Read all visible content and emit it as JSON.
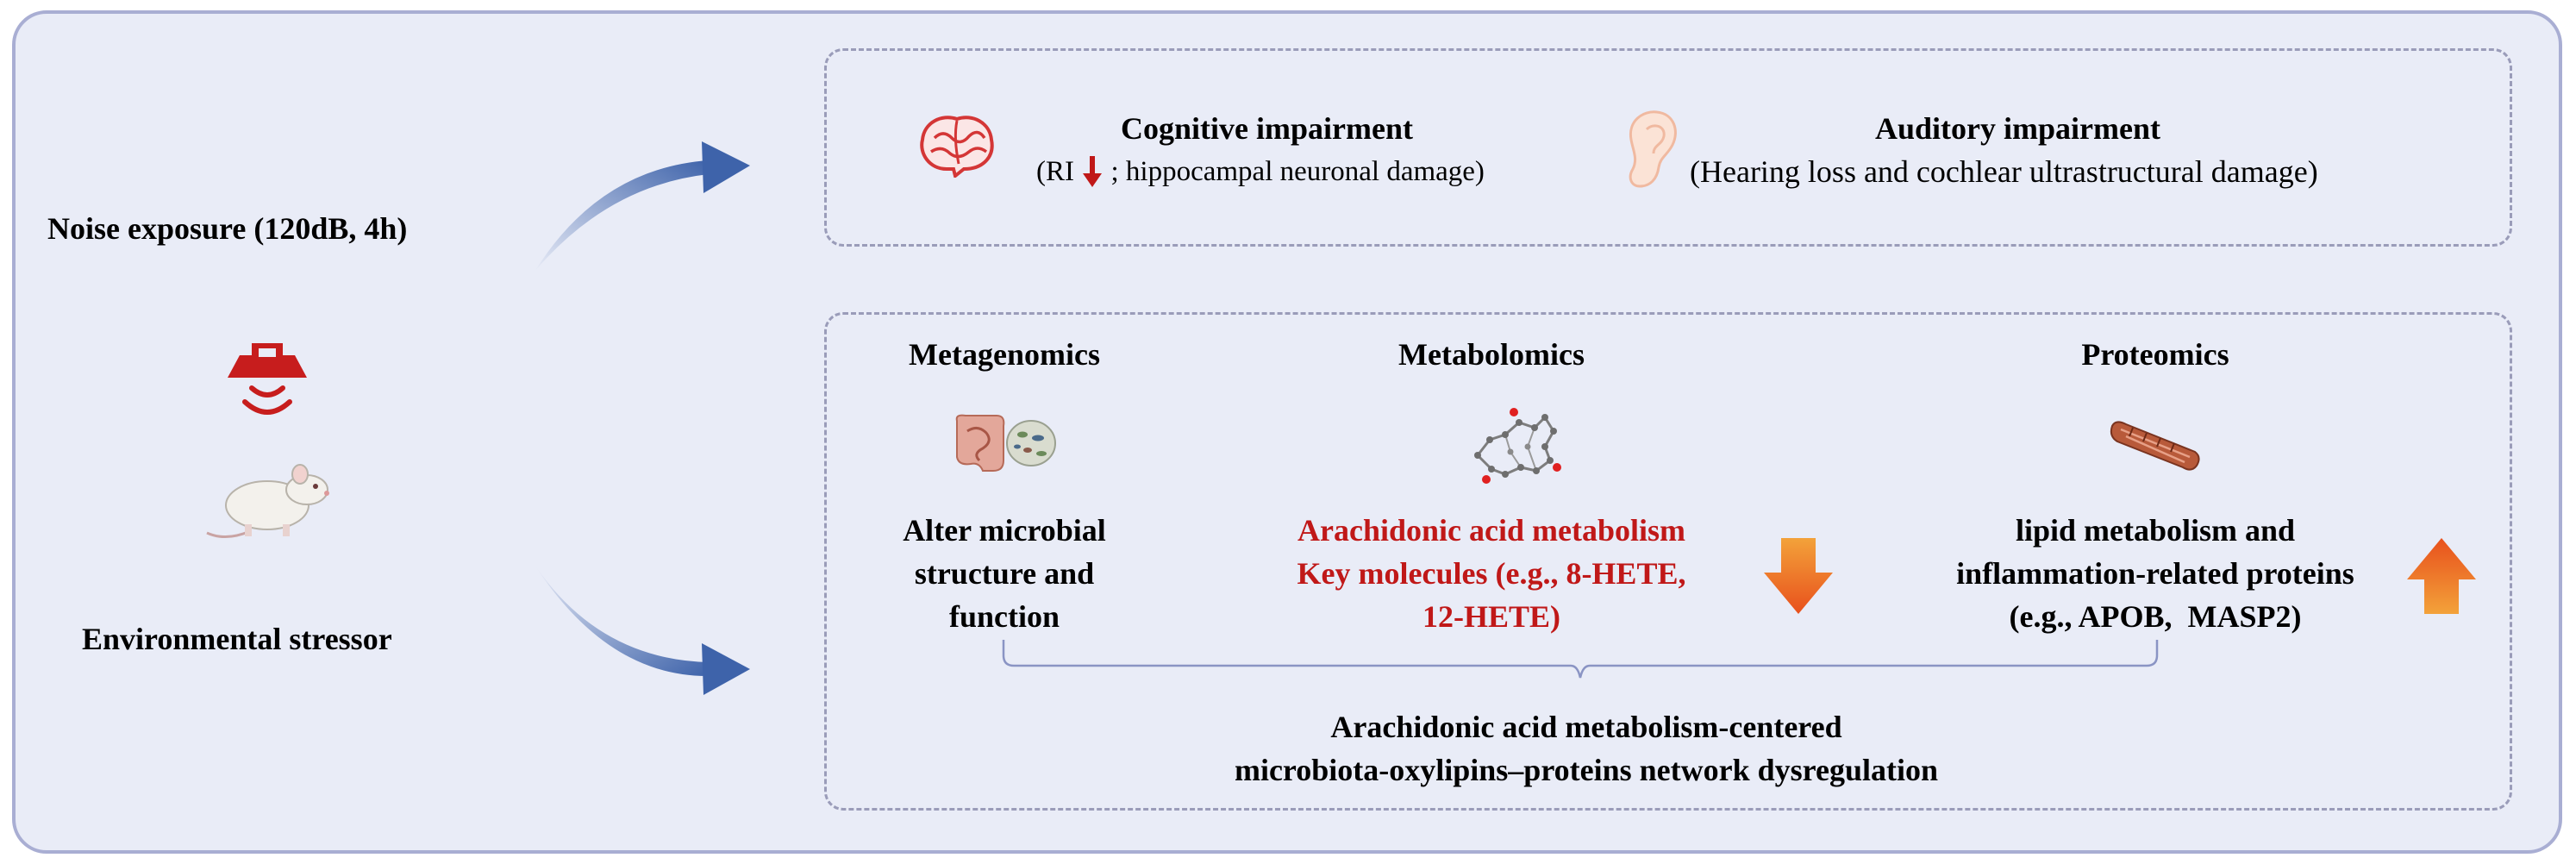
{
  "left": {
    "noise_exposure": "Noise exposure (120dB, 4h)",
    "stressor": "Environmental stressor"
  },
  "top_box": {
    "cognitive": {
      "title": "Cognitive impairment",
      "detail_prefix": "(RI",
      "detail_suffix": "; hippocampal neuronal damage)"
    },
    "auditory": {
      "title": "Auditory impairment",
      "detail": "(Hearing loss and cochlear ultrastructural damage)"
    }
  },
  "omics": {
    "metagenomics": {
      "heading": "Metagenomics",
      "lines": [
        "Alter microbial",
        "structure and",
        "function"
      ]
    },
    "metabolomics": {
      "heading": "Metabolomics",
      "lines": [
        "Arachidonic acid metabolism",
        "Key molecules (e.g., 8-HETE,",
        "12-HETE)"
      ],
      "trend": "down"
    },
    "proteomics": {
      "heading": "Proteomics",
      "lines": [
        "lipid metabolism and",
        "inflammation-related proteins",
        "(e.g., APOB,  MASP2)"
      ],
      "trend": "up"
    }
  },
  "conclusion": {
    "lines": [
      "Arachidonic acid metabolism-centered",
      "microbiota-oxylipins–proteins network dysregulation"
    ]
  },
  "colors": {
    "frame_bg": "#e9ecf7",
    "frame_border": "#a9aed3",
    "dashed_border": "#9a9cb9",
    "arrow_blue": "#3e63aa",
    "highlight_red": "#c01818",
    "trend_orange": "#f07a1a"
  }
}
